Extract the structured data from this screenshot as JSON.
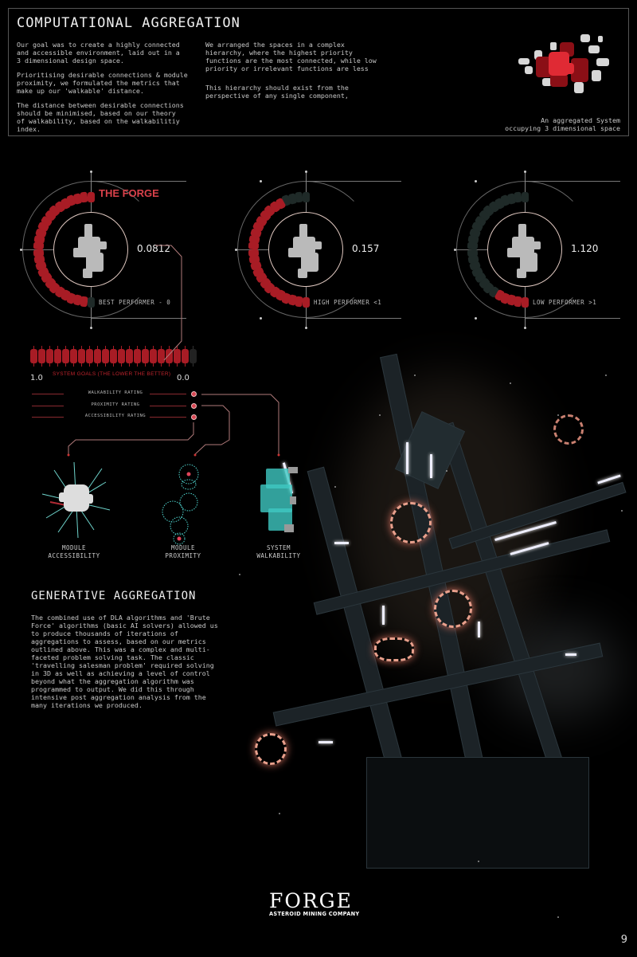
{
  "computational": {
    "title": "COMPUTATIONAL AGGREGATION",
    "col1": [
      "Our goal was to create a highly connected\nand accessible environment, laid out in a\n3 dimensional design space.",
      "Prioritising desirable connections & module\nproximity, we formulated the metrics that\nmake up our 'walkable' distance.",
      "The distance between desirable connections\nshould be minimised, based on our theory\nof walkability, based on the walkabilitiy\nindex."
    ],
    "col2": [
      "We arranged the spaces in a complex\nhierarchy, where the highest priority\nfunctions are the most connected, while low\npriority or irrelevant functions are less",
      "This hierarchy should exist from the\nperspective of any single component,"
    ],
    "image_caption": "An aggregated System\noccupying 3 dimensional space"
  },
  "gauges": [
    {
      "title": "THE FORGE",
      "value": "0.0812",
      "label": "BEST PERFORMER - 0",
      "filled_segments": 25,
      "total_segments": 26,
      "fill_from": "top"
    },
    {
      "title": "",
      "value": "0.157",
      "label": "HIGH PERFORMER <1",
      "filled_segments": 22,
      "total_segments": 26,
      "fill_from": "bottom"
    },
    {
      "title": "",
      "value": "1.120",
      "label": "LOW PERFORMER >1",
      "filled_segments": 5,
      "total_segments": 26,
      "fill_from": "bottom"
    }
  ],
  "system_goals": {
    "caption": "SYSTEM GOALS (THE LOWER THE BETTER)",
    "min_label": "1.0",
    "max_label": "0.0",
    "filled_segments": 20,
    "total_segments": 21
  },
  "ratings": [
    {
      "label": "WALKABILITY RATING"
    },
    {
      "label": "PROXIMITY RATING"
    },
    {
      "label": "ACCESSIBILITY  RATING"
    }
  ],
  "modules": [
    {
      "label": "MODULE\nACCESSIBILITY"
    },
    {
      "label": "MODULE\nPROXIMITY"
    },
    {
      "label": "SYSTEM\nWALKABILITY"
    }
  ],
  "generative": {
    "title": "GENERATIVE AGGREGATION",
    "body": "The combined use of DLA algorithms and 'Brute Force' algorithms (basic AI solvers) allowed us to produce thousands of iterations of aggregations to assess, based on our metrics outlined above. This was a complex and multi-faceted problem solving task. The classic 'travelling salesman problem' required solving in 3D as well as achieving a level of control beyond what the aggregation algorithm was programmed to output. We did this through intensive post aggregation analysis from the many iterations we produced."
  },
  "logo": {
    "brand": "FORGE",
    "subtitle": "ASTEROID MINING COMPANY"
  },
  "page_number": "9",
  "colors": {
    "accent_red": "#a81c25",
    "title_red": "#d9414a",
    "cyan": "#4fd6d0",
    "inactive": "#1f2a28"
  }
}
